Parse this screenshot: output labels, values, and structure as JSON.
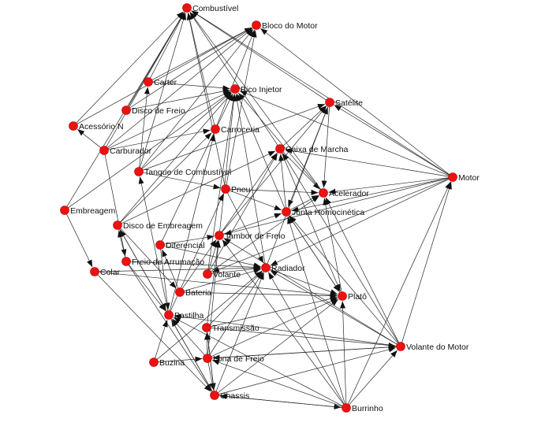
{
  "colors": {
    "node": "#ee1111",
    "edge": "#2a2a2a",
    "background": "#ffffff"
  },
  "diagram": {
    "nodes": [
      {
        "id": "combustivel",
        "label": "Combustível"
      },
      {
        "id": "bloco_motor",
        "label": "Bloco do Motor"
      },
      {
        "id": "carter",
        "label": "Carter"
      },
      {
        "id": "bico_injetor",
        "label": "Bico Injetor"
      },
      {
        "id": "disco_freio",
        "label": "Disco de Freio"
      },
      {
        "id": "satelite",
        "label": "Satélite"
      },
      {
        "id": "acessorio",
        "label": "Acessório N"
      },
      {
        "id": "carroceria",
        "label": "Carroceria"
      },
      {
        "id": "carburador",
        "label": "Carburador"
      },
      {
        "id": "caixa_marcha",
        "label": "Caixa de Marcha"
      },
      {
        "id": "tanque",
        "label": "Tanque de Combustível"
      },
      {
        "id": "motor",
        "label": "Motor"
      },
      {
        "id": "pneu",
        "label": "Pneu"
      },
      {
        "id": "acelerador",
        "label": "Acelerador"
      },
      {
        "id": "embreagem",
        "label": "Embreagem"
      },
      {
        "id": "junta",
        "label": "Junta Homocinética"
      },
      {
        "id": "disco_embreagem",
        "label": "Disco de Embreagem"
      },
      {
        "id": "tambor",
        "label": "Tambor de Freio"
      },
      {
        "id": "diferencial",
        "label": "Diferencial"
      },
      {
        "id": "freio_arrumacao",
        "label": "Freio de Arrumação"
      },
      {
        "id": "radiador",
        "label": "Radiador"
      },
      {
        "id": "colar",
        "label": "Colar"
      },
      {
        "id": "volante",
        "label": "Volante"
      },
      {
        "id": "bateria",
        "label": "Bateria"
      },
      {
        "id": "plato",
        "label": "Platô"
      },
      {
        "id": "pastilha",
        "label": "Pastilha"
      },
      {
        "id": "transmissao",
        "label": "Transmissão"
      },
      {
        "id": "volante_motor",
        "label": "Volante do Motor"
      },
      {
        "id": "lona",
        "label": "Lona de Freio"
      },
      {
        "id": "buzina",
        "label": "Buzina"
      },
      {
        "id": "chassis",
        "label": "Chassis"
      },
      {
        "id": "burrinho",
        "label": "Burrinho"
      }
    ],
    "edges": [
      [
        "carter",
        "combustivel"
      ],
      [
        "carter",
        "bloco_motor"
      ],
      [
        "carter",
        "bico_injetor"
      ],
      [
        "disco_freio",
        "combustivel"
      ],
      [
        "disco_freio",
        "bloco_motor"
      ],
      [
        "disco_freio",
        "bico_injetor"
      ],
      [
        "acessorio",
        "combustivel"
      ],
      [
        "acessorio",
        "bloco_motor"
      ],
      [
        "carburador",
        "combustivel"
      ],
      [
        "carburador",
        "bloco_motor"
      ],
      [
        "carburador",
        "carroceria"
      ],
      [
        "carburador",
        "acessorio"
      ],
      [
        "carburador",
        "bico_injetor"
      ],
      [
        "carburador",
        "freio_arrumacao"
      ],
      [
        "carroceria",
        "combustivel"
      ],
      [
        "carroceria",
        "bloco_motor"
      ],
      [
        "tanque",
        "combustivel"
      ],
      [
        "tanque",
        "bloco_motor"
      ],
      [
        "tanque",
        "bico_injetor"
      ],
      [
        "tanque",
        "satelite"
      ],
      [
        "tanque",
        "pneu"
      ],
      [
        "tanque",
        "carter"
      ],
      [
        "embreagem",
        "combustivel"
      ],
      [
        "embreagem",
        "bico_injetor"
      ],
      [
        "embreagem",
        "colar"
      ],
      [
        "satelite",
        "combustivel"
      ],
      [
        "satelite",
        "acelerador"
      ],
      [
        "satelite",
        "junta"
      ],
      [
        "caixa_marcha",
        "combustivel"
      ],
      [
        "caixa_marcha",
        "satelite"
      ],
      [
        "caixa_marcha",
        "acelerador"
      ],
      [
        "caixa_marcha",
        "plato"
      ],
      [
        "motor",
        "combustivel"
      ],
      [
        "motor",
        "bloco_motor"
      ],
      [
        "motor",
        "satelite"
      ],
      [
        "motor",
        "caixa_marcha"
      ],
      [
        "motor",
        "acelerador"
      ],
      [
        "motor",
        "junta"
      ],
      [
        "motor",
        "tambor"
      ],
      [
        "motor",
        "radiador"
      ],
      [
        "motor",
        "volante"
      ],
      [
        "motor",
        "bico_injetor"
      ],
      [
        "pneu",
        "combustivel"
      ],
      [
        "pneu",
        "bloco_motor"
      ],
      [
        "pneu",
        "acelerador"
      ],
      [
        "pneu",
        "junta"
      ],
      [
        "pneu",
        "radiador"
      ],
      [
        "acelerador",
        "combustivel"
      ],
      [
        "acelerador",
        "bico_injetor"
      ],
      [
        "junta",
        "bico_injetor"
      ],
      [
        "junta",
        "acelerador"
      ],
      [
        "junta",
        "plato"
      ],
      [
        "junta",
        "caixa_marcha"
      ],
      [
        "disco_embreagem",
        "carroceria"
      ],
      [
        "disco_embreagem",
        "bico_injetor"
      ],
      [
        "disco_embreagem",
        "caixa_marcha"
      ],
      [
        "disco_embreagem",
        "pastilha"
      ],
      [
        "disco_embreagem",
        "bateria"
      ],
      [
        "tambor",
        "bico_injetor"
      ],
      [
        "tambor",
        "caixa_marcha"
      ],
      [
        "tambor",
        "satelite"
      ],
      [
        "tambor",
        "junta"
      ],
      [
        "diferencial",
        "tambor"
      ],
      [
        "diferencial",
        "pastilha"
      ],
      [
        "diferencial",
        "radiador"
      ],
      [
        "diferencial",
        "bico_injetor"
      ],
      [
        "freio_arrumacao",
        "disco_embreagem"
      ],
      [
        "freio_arrumacao",
        "pastilha"
      ],
      [
        "freio_arrumacao",
        "radiador"
      ],
      [
        "freio_arrumacao",
        "chassis"
      ],
      [
        "volante",
        "tambor"
      ],
      [
        "volante",
        "radiador"
      ],
      [
        "volante",
        "caixa_marcha"
      ],
      [
        "volante",
        "acelerador"
      ],
      [
        "volante",
        "bico_injetor"
      ],
      [
        "bateria",
        "tambor"
      ],
      [
        "bateria",
        "diferencial"
      ],
      [
        "bateria",
        "radiador"
      ],
      [
        "bateria",
        "plato"
      ],
      [
        "radiador",
        "bico_injetor"
      ],
      [
        "radiador",
        "satelite"
      ],
      [
        "radiador",
        "plato"
      ],
      [
        "colar",
        "plato"
      ],
      [
        "colar",
        "chassis"
      ],
      [
        "colar",
        "radiador"
      ],
      [
        "plato",
        "junta"
      ],
      [
        "plato",
        "acelerador"
      ],
      [
        "pastilha",
        "pneu"
      ],
      [
        "pastilha",
        "carroceria"
      ],
      [
        "pastilha",
        "tanque"
      ],
      [
        "transmissao",
        "tambor"
      ],
      [
        "transmissao",
        "radiador"
      ],
      [
        "transmissao",
        "plato"
      ],
      [
        "transmissao",
        "volante_motor"
      ],
      [
        "transmissao",
        "chassis"
      ],
      [
        "volante_motor",
        "motor"
      ],
      [
        "volante_motor",
        "radiador"
      ],
      [
        "volante_motor",
        "junta"
      ],
      [
        "volante_motor",
        "caixa_marcha"
      ],
      [
        "volante_motor",
        "acelerador"
      ],
      [
        "volante_motor",
        "lona"
      ],
      [
        "volante_motor",
        "pastilha"
      ],
      [
        "volante_motor",
        "tambor"
      ],
      [
        "lona",
        "volante_motor"
      ],
      [
        "lona",
        "transmissao"
      ],
      [
        "lona",
        "plato"
      ],
      [
        "lona",
        "pastilha"
      ],
      [
        "lona",
        "radiador"
      ],
      [
        "lona",
        "tambor"
      ],
      [
        "lona",
        "chassis"
      ],
      [
        "buzina",
        "lona"
      ],
      [
        "buzina",
        "pastilha"
      ],
      [
        "buzina",
        "radiador"
      ],
      [
        "chassis",
        "pastilha"
      ],
      [
        "chassis",
        "volante_motor"
      ],
      [
        "chassis",
        "burrinho"
      ],
      [
        "chassis",
        "radiador"
      ],
      [
        "chassis",
        "plato"
      ],
      [
        "chassis",
        "transmissao"
      ],
      [
        "chassis",
        "disco_embreagem"
      ],
      [
        "burrinho",
        "motor"
      ],
      [
        "burrinho",
        "volante_motor"
      ],
      [
        "burrinho",
        "lona"
      ],
      [
        "burrinho",
        "plato"
      ],
      [
        "burrinho",
        "radiador"
      ],
      [
        "burrinho",
        "junta"
      ],
      [
        "burrinho",
        "chassis"
      ],
      [
        "burrinho",
        "pastilha"
      ],
      [
        "burrinho",
        "tambor"
      ]
    ]
  }
}
